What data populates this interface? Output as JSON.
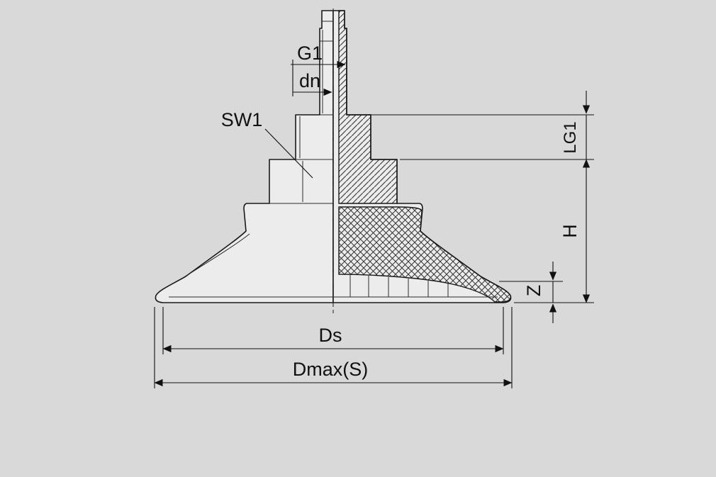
{
  "drawing": {
    "kind": "suction-cup cross-section technical drawing",
    "labels": {
      "g1": "G1",
      "dn": "dn",
      "sw1": "SW1",
      "lg1": "LG1",
      "h": "H",
      "z": "Z",
      "ds": "Ds",
      "dmax": "Dmax(S)"
    },
    "colors": {
      "background": "#d9d9d9",
      "part_fill": "#ececec",
      "line": "#1a1a1a"
    }
  }
}
